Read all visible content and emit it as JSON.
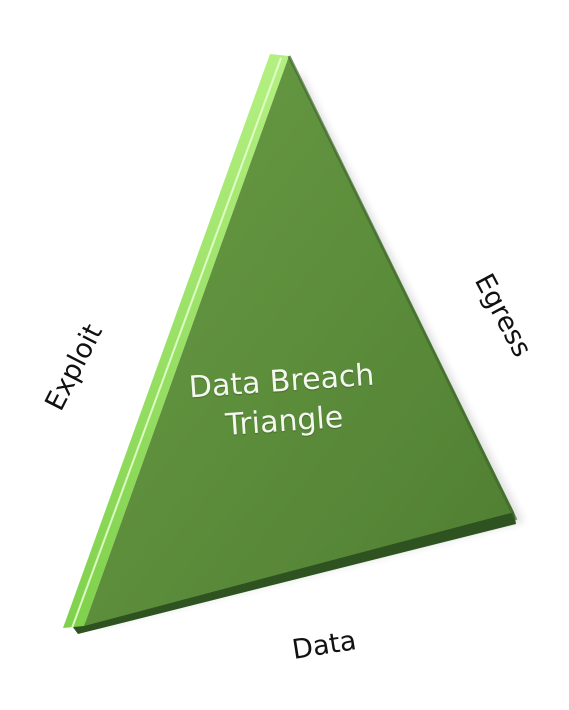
{
  "diagram": {
    "center_label": {
      "line1": "Data Breach",
      "line2": "Triangle"
    },
    "sides": {
      "left": "Exploit",
      "right": "Egress",
      "bottom": "Data"
    }
  },
  "colors": {
    "face": "#5b8c3a",
    "face_light": "#6a9b45",
    "edge_bright": "#8ee05c",
    "edge_highlight": "#c6f59a",
    "shadow": "#2f5221",
    "label_text": "#111111",
    "center_text": "#f4f7ef"
  }
}
